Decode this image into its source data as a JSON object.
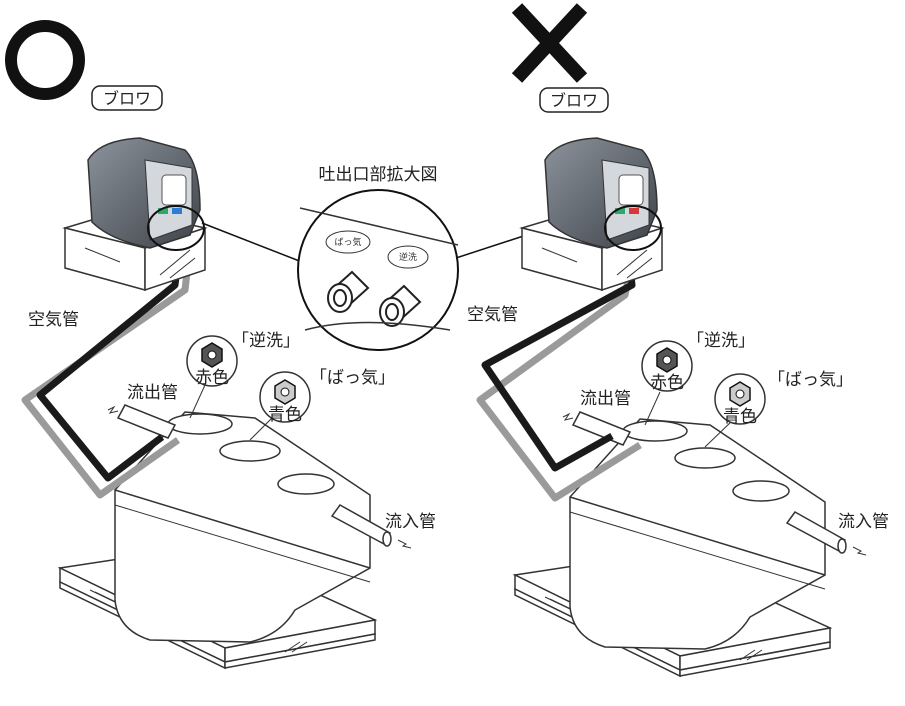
{
  "good_panel": {
    "mark_name": "circle-ok-mark",
    "blower_tag": "ブロワ",
    "air_pipe": "空気管",
    "outflow_pipe": "流出管",
    "inflow_pipe": "流入管",
    "backwash_tag": "「逆洗」",
    "backwash_color": "赤色",
    "aeration_tag": "「ばっ気」",
    "aeration_color": "青色"
  },
  "bad_panel": {
    "mark_name": "cross-ng-mark",
    "blower_tag": "ブロワ",
    "air_pipe": "空気管",
    "outflow_pipe": "流出管",
    "inflow_pipe": "流入管",
    "backwash_tag": "「逆洗」",
    "backwash_color": "赤色",
    "aeration_tag": "「ばっ気」",
    "aeration_color": "青色"
  },
  "detail": {
    "title": "吐出口部拡大図",
    "port_aeration": "ばっ気",
    "port_backwash": "逆洗"
  },
  "colors": {
    "aeration_pipe": "#9a9a9a",
    "backwash_pipe": "#1a1a1a",
    "outline": "#333333"
  }
}
